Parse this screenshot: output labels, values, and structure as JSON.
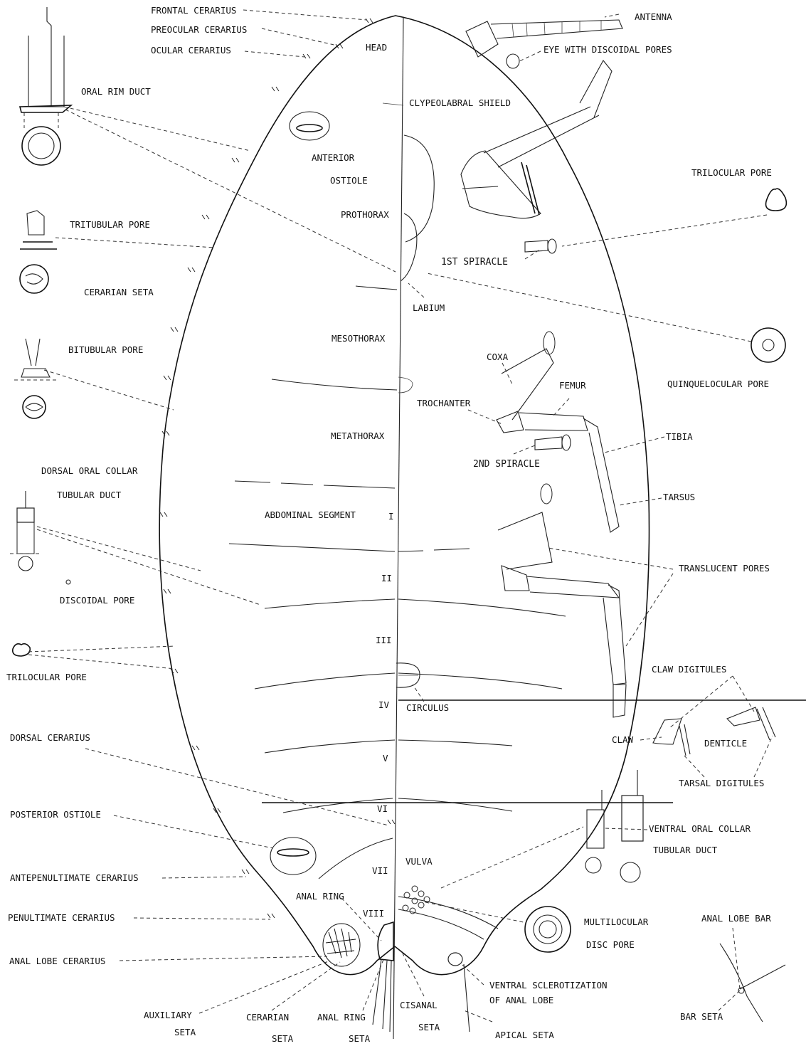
{
  "labels": {
    "frontal_cerarius": "FRONTAL CERARIUS",
    "preocular_cerarius": "PREOCULAR CERARIUS",
    "ocular_cerarius": "OCULAR CERARIUS",
    "head": "HEAD",
    "antenna": "ANTENNA",
    "eye": "EYE WITH DISCOIDAL PORES",
    "oral_rim_duct": "ORAL RIM DUCT",
    "clypeolabral_shield": "CLYPEOLABRAL SHIELD",
    "anterior": "ANTERIOR",
    "ostiole": "OSTIOLE",
    "trilocular_pore_right": "TRILOCULAR PORE",
    "prothorax": "PROTHORAX",
    "tritubular_pore": "TRITUBULAR PORE",
    "first_spiracle": "1ST SPIRACLE",
    "cerarian_seta_top": "CERARIAN SETA",
    "labium": "LABIUM",
    "bitubular_pore": "BITUBULAR PORE",
    "mesothorax": "MESOTHORAX",
    "quinquelocular_pore": "QUINQUELOCULAR PORE",
    "coxa": "COXA",
    "femur": "FEMUR",
    "trochanter": "TROCHANTER",
    "metathorax": "METATHORAX",
    "tibia": "TIBIA",
    "second_spiracle": "2ND SPIRACLE",
    "dorsal_oral_collar_1": "DORSAL ORAL COLLAR",
    "dorsal_oral_collar_2": "TUBULAR DUCT",
    "tarsus": "TARSUS",
    "abdominal_segment": "ABDOMINAL SEGMENT",
    "seg_I": "I",
    "translucent_pores": "TRANSLUCENT PORES",
    "seg_II": "II",
    "discoidal_pore": "DISCOIDAL PORE",
    "seg_III": "III",
    "trilocular_pore_left": "TRILOCULAR PORE",
    "claw_digitules": "CLAW DIGITULES",
    "seg_IV": "IV",
    "circulus": "CIRCULUS",
    "dorsal_cerarius": "DORSAL CERARIUS",
    "claw": "CLAW",
    "denticle": "DENTICLE",
    "seg_V": "V",
    "tarsal_digitules": "TARSAL DIGITULES",
    "seg_VI": "VI",
    "posterior_ostiole": "POSTERIOR OSTIOLE",
    "ventral_oral_collar_1": "VENTRAL ORAL COLLAR",
    "ventral_oral_collar_2": "TUBULAR DUCT",
    "vulva": "VULVA",
    "seg_VII": "VII",
    "antepenultimate_cerarius": "ANTEPENULTIMATE CERARIUS",
    "anal_ring": "ANAL RING",
    "seg_VIII": "VIII",
    "multilocular_1": "MULTILOCULAR",
    "multilocular_2": "DISC PORE",
    "anal_lobe_bar": "ANAL LOBE BAR",
    "penultimate_cerarius": "PENULTIMATE CERARIUS",
    "anal_lobe_cerarius": "ANAL LOBE CERARIUS",
    "ventral_sclerotization_1": "VENTRAL SCLEROTIZATION",
    "ventral_sclerotization_2": "OF ANAL LOBE",
    "cisanal_1": "CISANAL",
    "cisanal_2": "SETA",
    "auxiliary_1": "AUXILIARY",
    "auxiliary_2": "SETA",
    "cerarian_1": "CERARIAN",
    "cerarian_2": "SETA",
    "anal_ring_seta_1": "ANAL RING",
    "anal_ring_seta_2": "SETA",
    "apical_seta": "APICAL SETA",
    "bar_seta": "BAR SETA"
  }
}
